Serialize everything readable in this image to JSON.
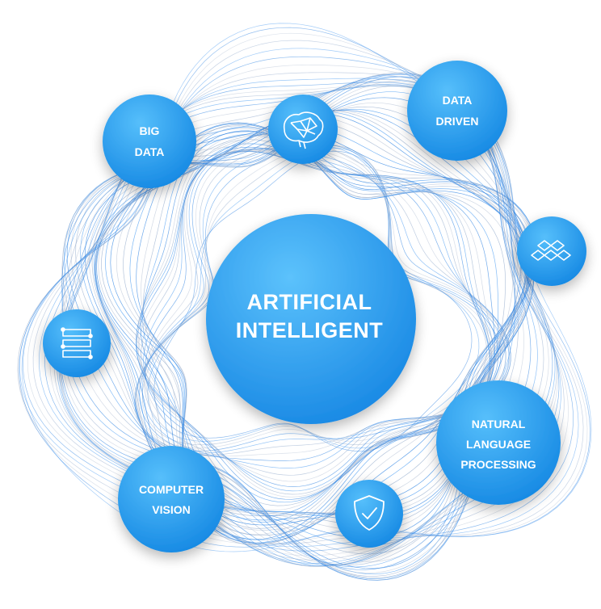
{
  "colors": {
    "center_gradient": [
      "#46b6fb",
      "#1a8fe8"
    ],
    "node_gradient": [
      "#4cbaf9",
      "#168ce6"
    ],
    "wave_lines": [
      "#1f7ae0",
      "#3a93f0",
      "#8da6c9",
      "#b7c3d6"
    ]
  },
  "center": {
    "lines": [
      "ARTIFICIAL",
      "INTELLIGENT"
    ]
  },
  "nodes": {
    "big_data": {
      "lines": [
        "BIG",
        "DATA"
      ]
    },
    "data_driven": {
      "lines": [
        "DATA",
        "DRIVEN"
      ]
    },
    "nlp": {
      "lines": [
        "NATURAL",
        "LANGUAGE",
        "PROCESSING"
      ]
    },
    "computer_vision": {
      "lines": [
        "COMPUTER",
        "VISION"
      ]
    },
    "brain": {
      "icon": "neural-brain-icon"
    },
    "network": {
      "icon": "network-diamonds-icon"
    },
    "security": {
      "icon": "shield-check-icon"
    },
    "layers": {
      "icon": "data-layers-icon"
    }
  }
}
